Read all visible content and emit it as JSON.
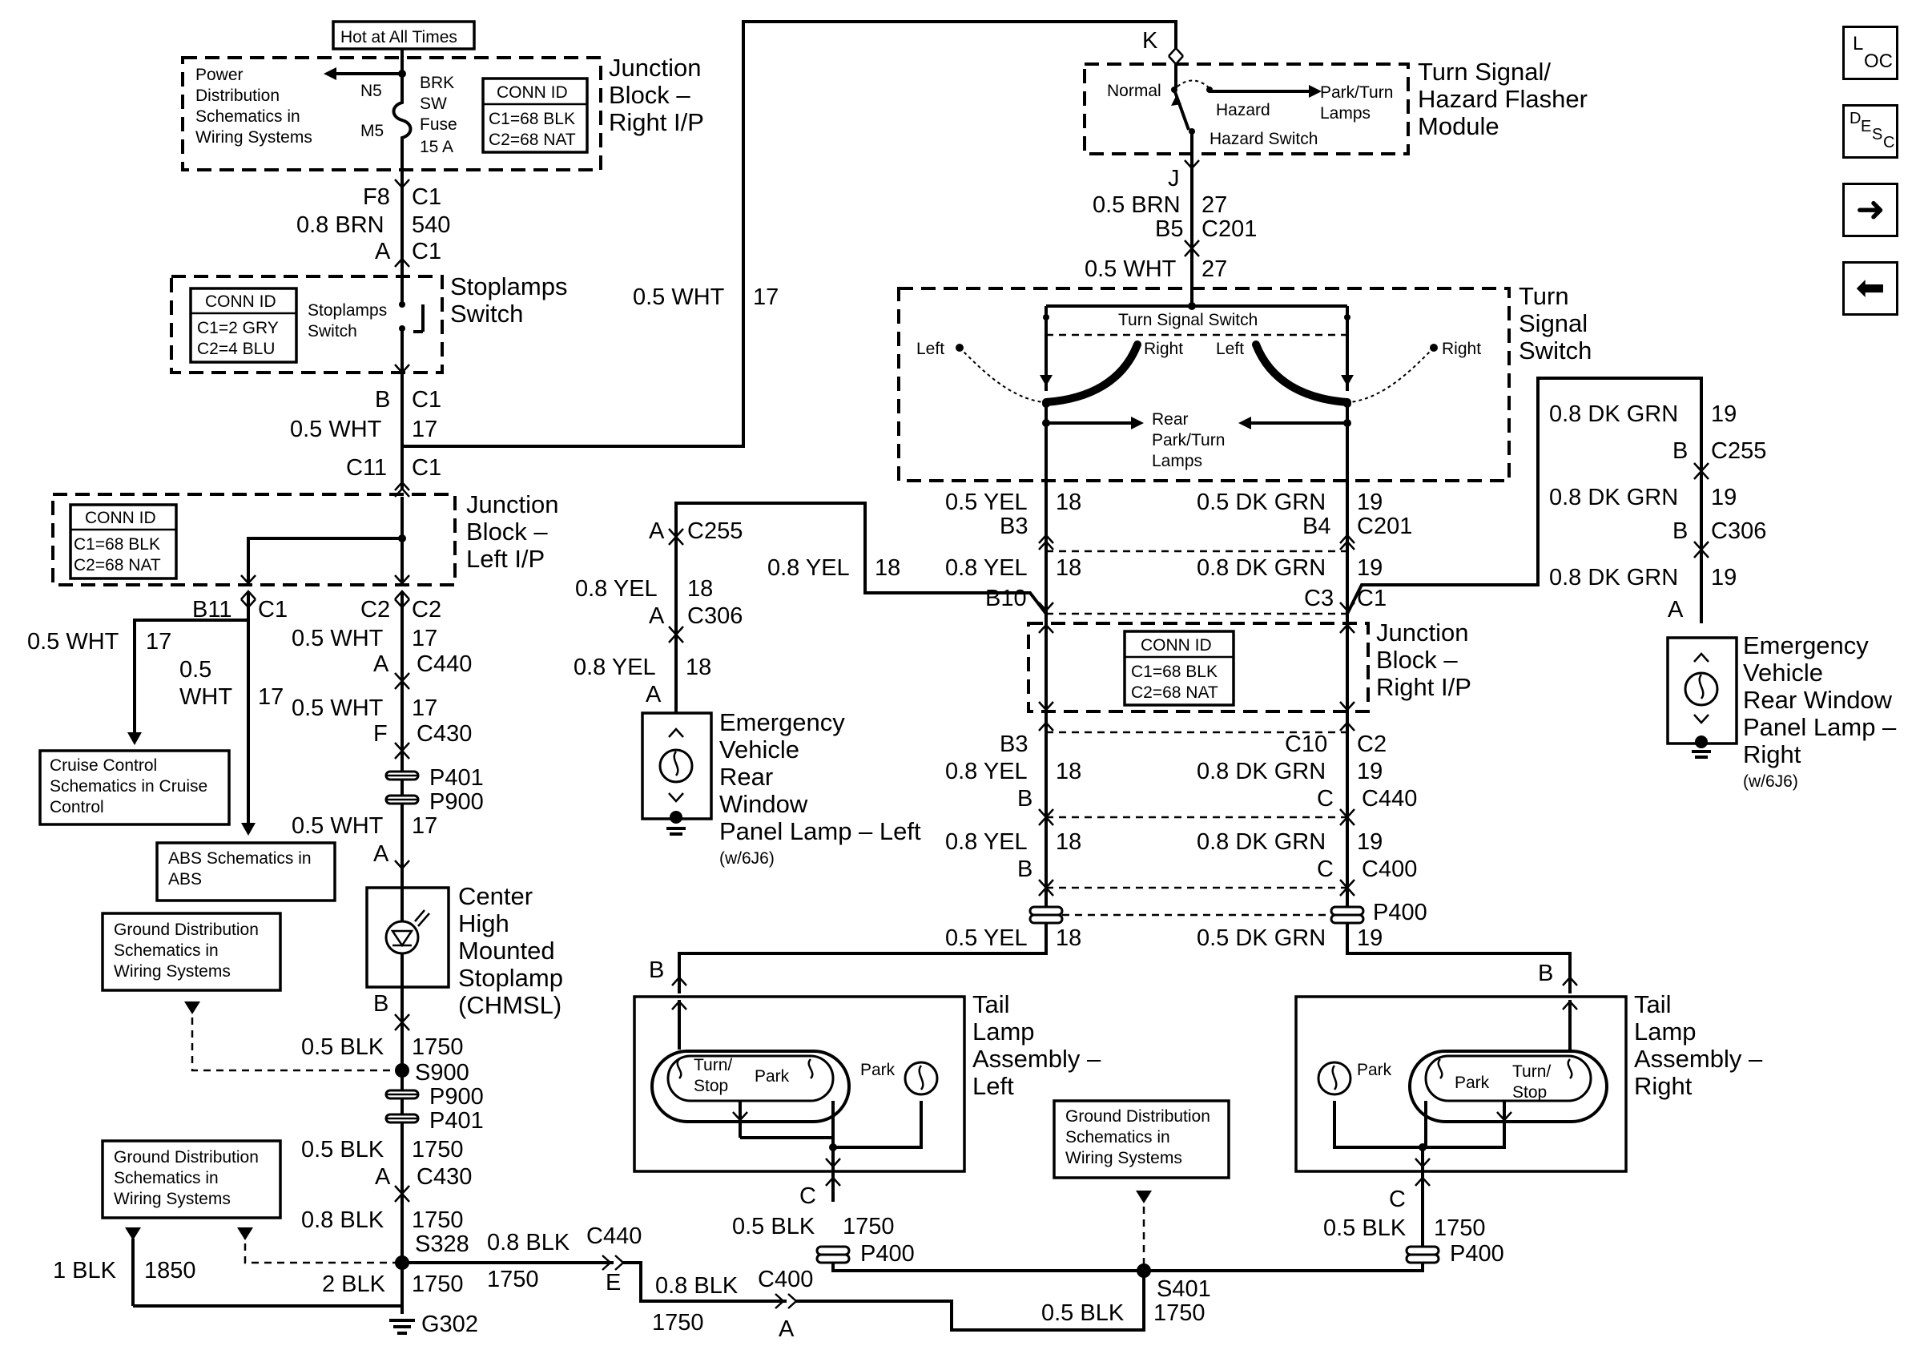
{
  "labels": {
    "hot": "Hot at All Times",
    "pdist_l1": "Power",
    "pdist_l2": "Distribution",
    "pdist_l3": "Schematics in",
    "pdist_l4": "Wiring Systems",
    "brk": "BRK",
    "sw": "SW",
    "fuse": "Fuse",
    "amps": "15 A",
    "n5": "N5",
    "m5": "M5",
    "connid": "CONN ID",
    "jbr_c1": "C1=68 BLK",
    "jbr_c2": "C2=68 NAT",
    "jbr_t1": "Junction",
    "jbr_t2": "Block –",
    "jbr_t3": "Right I/P",
    "f8": "F8",
    "c1": "C1",
    "brn08": "0.8 BRN",
    "n540": "540",
    "a": "A",
    "sl_c1": "C1=2 GRY",
    "sl_c2": "C2=4 BLU",
    "sl_in1": "Stoplamps",
    "sl_in2": "Switch",
    "sl_t1": "Stoplamps",
    "sl_t2": "Switch",
    "b": "B",
    "wht05": "0.5 WHT",
    "n17": "17",
    "c11": "C11",
    "jbl_t1": "Junction",
    "jbl_t2": "Block –",
    "jbl_t3": "Left I/P",
    "b11": "B11",
    "c2": "C2",
    "c440": "C440",
    "c430": "C430",
    "f": "F",
    "p401": "P401",
    "p900": "P900",
    "wht05a": "0.5",
    "wht05b": "WHT",
    "cruise_l1": "Cruise Control",
    "cruise_l2": "Schematics in Cruise",
    "cruise_l3": "Control",
    "abs_l1": "ABS Schematics in",
    "abs_l2": "ABS",
    "gd_l1": "Ground Distribution",
    "gd_l2": "Schematics in",
    "gd_l3": "Wiring Systems",
    "ch_t1": "Center",
    "ch_t2": "High",
    "ch_t3": "Mounted",
    "ch_t4": "Stoplamp",
    "ch_t5": "(CHMSL)",
    "blk05": "0.5 BLK",
    "n1750": "1750",
    "s900": "S900",
    "blk08": "0.8 BLK",
    "s328": "S328",
    "blk1": "1 BLK",
    "n1850": "1850",
    "blk2": "2 BLK",
    "g302": "G302",
    "e": "E",
    "c400": "C400",
    "s401": "S401",
    "k": "K",
    "j": "J",
    "brn05": "0.5 BRN",
    "n27": "27",
    "b5": "B5",
    "c201": "C201",
    "tsh_normal": "Normal",
    "tsh_hazard": "Hazard",
    "tsh_park1": "Park/Turn",
    "tsh_park2": "Lamps",
    "tsh_hsw": "Hazard Switch",
    "tsh_t1": "Turn Signal/",
    "tsh_t2": "Hazard Flasher",
    "tsh_t3": "Module",
    "tss_in": "Turn Signal Switch",
    "left": "Left",
    "right": "Right",
    "rear1": "Rear",
    "rear2": "Park/Turn",
    "rear3": "Lamps",
    "tss_t1": "Turn",
    "tss_t2": "Signal",
    "tss_t3": "Switch",
    "yel05": "0.5 YEL",
    "n18": "18",
    "dkgrn05": "0.5 DK GRN",
    "n19": "19",
    "b3": "B3",
    "b4": "B4",
    "yel08": "0.8 YEL",
    "dkgrn08": "0.8 DK GRN",
    "b10": "B10",
    "c3": "C3",
    "c10": "C10",
    "c": "C",
    "c255": "C255",
    "c306": "C306",
    "p400": "P400",
    "evl_t1": "Emergency",
    "evl_t2": "Vehicle",
    "evl_t3": "Rear",
    "evl_t4": "Window",
    "evl_t5": "Panel Lamp – Left",
    "w6j6": "(w/6J6)",
    "evr_t1": "Emergency",
    "evr_t2": "Vehicle",
    "evr_t3": "Rear Window",
    "evr_t4": "Panel Lamp –",
    "evr_t5": "Right",
    "tail_t1": "Tail",
    "tail_t2": "Lamp",
    "tail_t3": "Assembly –",
    "tail_left": "Left",
    "tail_right": "Right",
    "turn": "Turn/",
    "stop": "Stop",
    "park": "Park"
  },
  "buttons": {
    "loc_main": "L",
    "loc_sub": "OC",
    "desc_d": "D",
    "desc_e": "E",
    "desc_s": "S",
    "desc_c": "C",
    "next_glyph": "➜",
    "prev_glyph": "⬅"
  }
}
